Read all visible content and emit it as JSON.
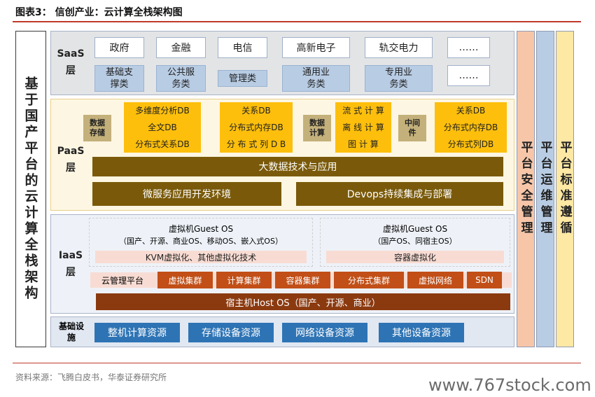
{
  "figure_title": "图表3：  信创产业：云计算全栈架构图",
  "left_label": "基于国产平台的云计算全栈架构",
  "saas": {
    "label": "SaaS层",
    "row1": [
      "政府",
      "金融",
      "电信",
      "高新电子",
      "轨交电力",
      "……"
    ],
    "row2": [
      "基础支撑类",
      "公共服务类",
      "管理类",
      "通用业务类",
      "专用业务类",
      "……"
    ]
  },
  "paas": {
    "label": "PaaS层",
    "tags": [
      "数据存储",
      "数据计算",
      "中间件"
    ],
    "store_items": [
      "多维度分析DB",
      "全文DB",
      "分布式关系DB"
    ],
    "store_items2": [
      "关系DB",
      "分布式内存DB",
      "分 布 式 列 D B"
    ],
    "compute_items": [
      "流 式 计 算",
      "离 线 计 算",
      "图   计   算"
    ],
    "middleware_items": [
      "关系DB",
      "分布式内存DB",
      "分布式列DB"
    ],
    "bigdata": "大数据技术与应用",
    "microservice": "微服务应用开发环境",
    "devops": "Devops持续集成与部署"
  },
  "iaas": {
    "label": "IaaS层",
    "vm1_title": "虚拟机Guest OS",
    "vm1_sub": "（国产、开源、商业OS、移动OS、嵌入式OS）",
    "vm1_bar": "KVM虚拟化、其他虚拟化技术",
    "vm2_title": "虚拟机Guest OS",
    "vm2_sub": "（国产OS、同宿主OS）",
    "vm2_bar": "容器虚拟化",
    "mgmt_label": "云管理平台",
    "clusters": [
      "虚拟集群",
      "计算集群",
      "容器集群",
      "分布式集群",
      "虚拟网络",
      "SDN"
    ],
    "host": "宿主机Host OS（国产、开源、商业）"
  },
  "infra": {
    "label": "基础设施",
    "items": [
      "整机计算资源",
      "存储设备资源",
      "网络设备资源",
      "其他设备资源"
    ]
  },
  "right_columns": [
    "平台安全管理",
    "平台运维管理",
    "平台标准遵循"
  ],
  "source": "资料来源：飞腾白皮书，华泰证券研究所",
  "watermark": "www.767stock.com",
  "colors": {
    "accent_red": "#c0392b",
    "paas_yellow": "#fdbf0c",
    "paas_brown": "#7a5a0a",
    "iaas_red": "#c14f17",
    "infra_blue": "#2e74b5",
    "col_security": "#f7c6a9",
    "col_ops": "#b8cce4",
    "col_std": "#fde8a4"
  }
}
